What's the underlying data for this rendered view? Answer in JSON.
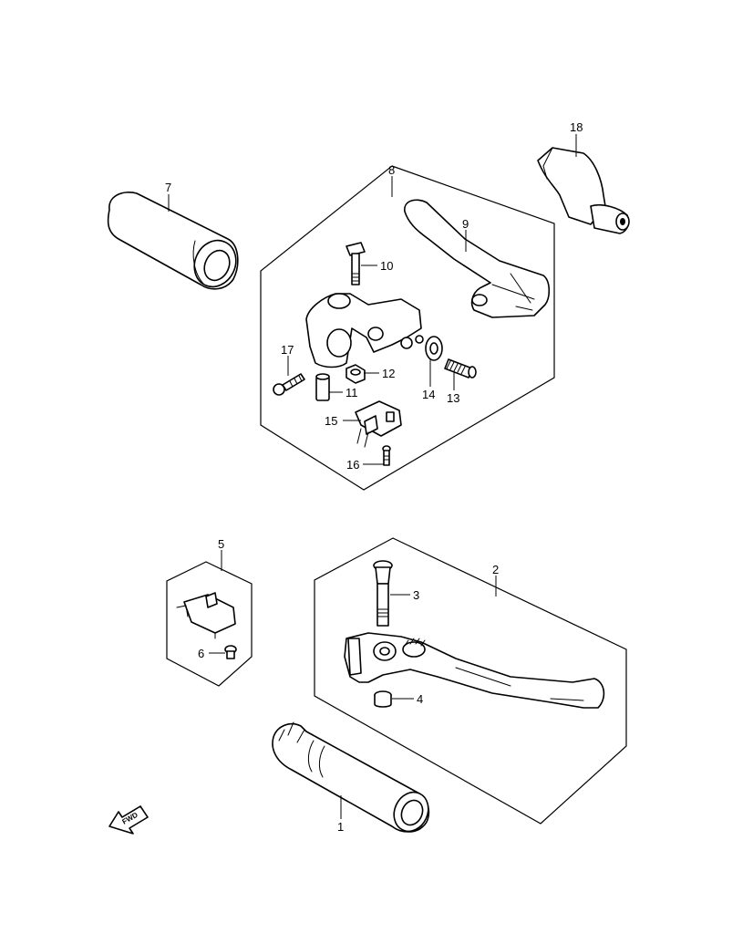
{
  "diagram": {
    "callouts": [
      {
        "id": "c1",
        "label": "1"
      },
      {
        "id": "c2",
        "label": "2"
      },
      {
        "id": "c3",
        "label": "3"
      },
      {
        "id": "c4",
        "label": "4"
      },
      {
        "id": "c5",
        "label": "5"
      },
      {
        "id": "c6",
        "label": "6"
      },
      {
        "id": "c7",
        "label": "7"
      },
      {
        "id": "c8",
        "label": "8"
      },
      {
        "id": "c9",
        "label": "9"
      },
      {
        "id": "c10",
        "label": "10"
      },
      {
        "id": "c11",
        "label": "11"
      },
      {
        "id": "c12",
        "label": "12"
      },
      {
        "id": "c13",
        "label": "13"
      },
      {
        "id": "c14",
        "label": "14"
      },
      {
        "id": "c15",
        "label": "15"
      },
      {
        "id": "c16",
        "label": "16"
      },
      {
        "id": "c17",
        "label": "17"
      },
      {
        "id": "c18",
        "label": "18"
      }
    ],
    "fwd_label": "FWD"
  }
}
